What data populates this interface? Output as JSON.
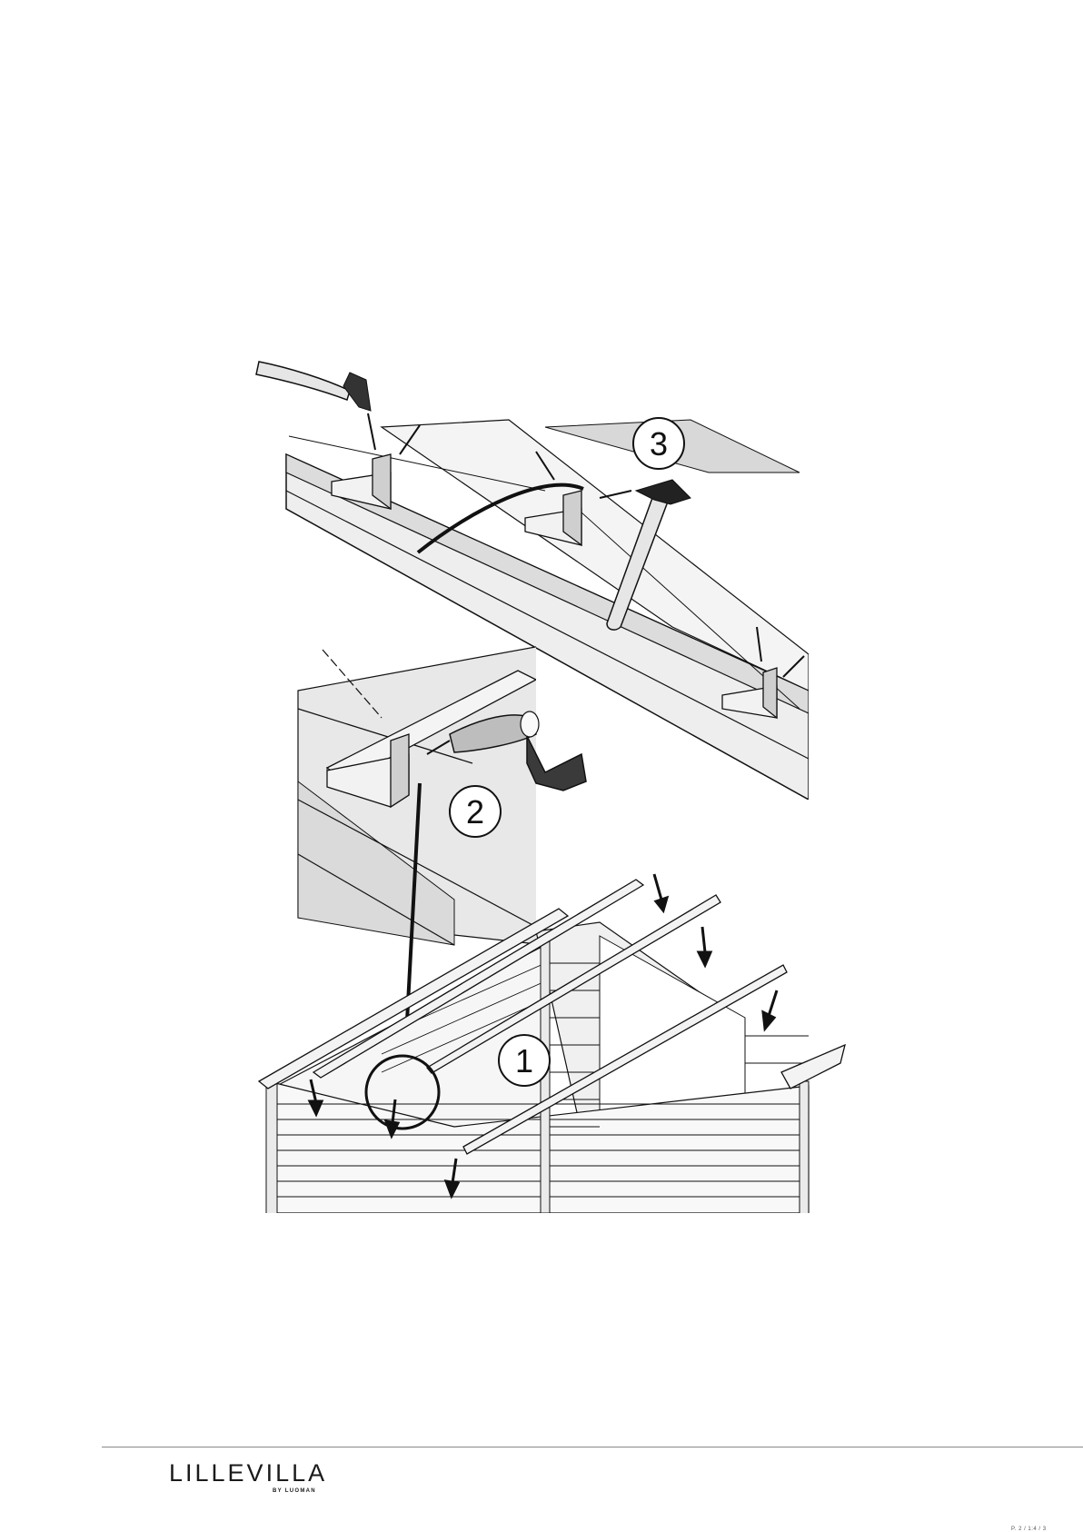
{
  "illustration": {
    "steps": [
      {
        "number": "1"
      },
      {
        "number": "2"
      },
      {
        "number": "3"
      }
    ],
    "tool_icons": [
      "hammer-icon",
      "hammer-icon",
      "cordless-drill-icon"
    ]
  },
  "footer": {
    "brand_name": "LILLEVILLA",
    "brand_sub": "BY LUOMAN",
    "page_ref": "P. 2 / 1:4 / 3"
  }
}
